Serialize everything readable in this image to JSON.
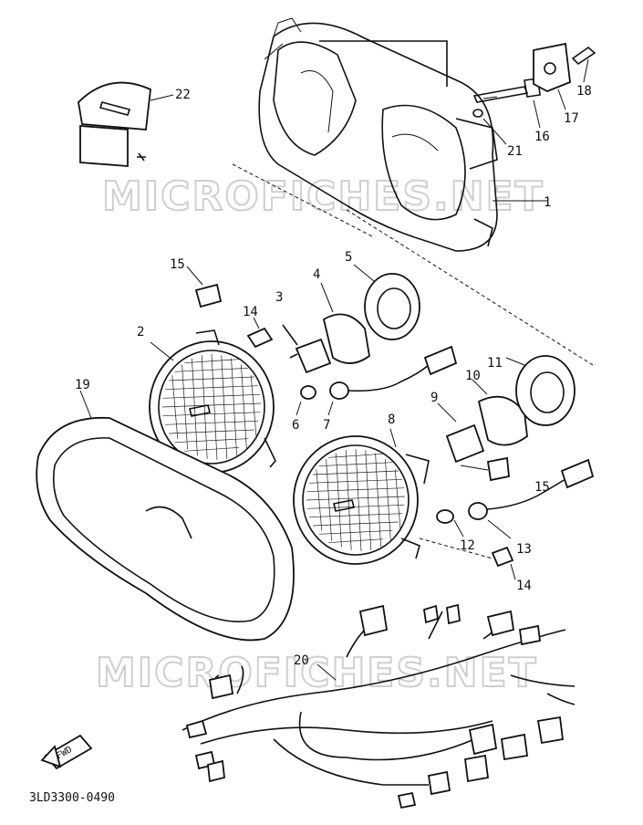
{
  "diagram": {
    "drawing_code": "3LD3300-0490",
    "direction_label": "FWD",
    "watermark": "MICROFICHES.NET",
    "callouts": [
      {
        "id": "c1",
        "label": "1"
      },
      {
        "id": "c2",
        "label": "2"
      },
      {
        "id": "c3",
        "label": "3"
      },
      {
        "id": "c4",
        "label": "4"
      },
      {
        "id": "c5",
        "label": "5"
      },
      {
        "id": "c6",
        "label": "6"
      },
      {
        "id": "c7",
        "label": "7"
      },
      {
        "id": "c8",
        "label": "8"
      },
      {
        "id": "c9",
        "label": "9"
      },
      {
        "id": "c10",
        "label": "10"
      },
      {
        "id": "c11",
        "label": "11"
      },
      {
        "id": "c12",
        "label": "12"
      },
      {
        "id": "c13",
        "label": "13"
      },
      {
        "id": "c14a",
        "label": "14"
      },
      {
        "id": "c14b",
        "label": "14"
      },
      {
        "id": "c15a",
        "label": "15"
      },
      {
        "id": "c15b",
        "label": "15"
      },
      {
        "id": "c16",
        "label": "16"
      },
      {
        "id": "c17",
        "label": "17"
      },
      {
        "id": "c18",
        "label": "18"
      },
      {
        "id": "c19",
        "label": "19"
      },
      {
        "id": "c20",
        "label": "20"
      },
      {
        "id": "c21",
        "label": "21"
      },
      {
        "id": "c22",
        "label": "22"
      }
    ]
  }
}
